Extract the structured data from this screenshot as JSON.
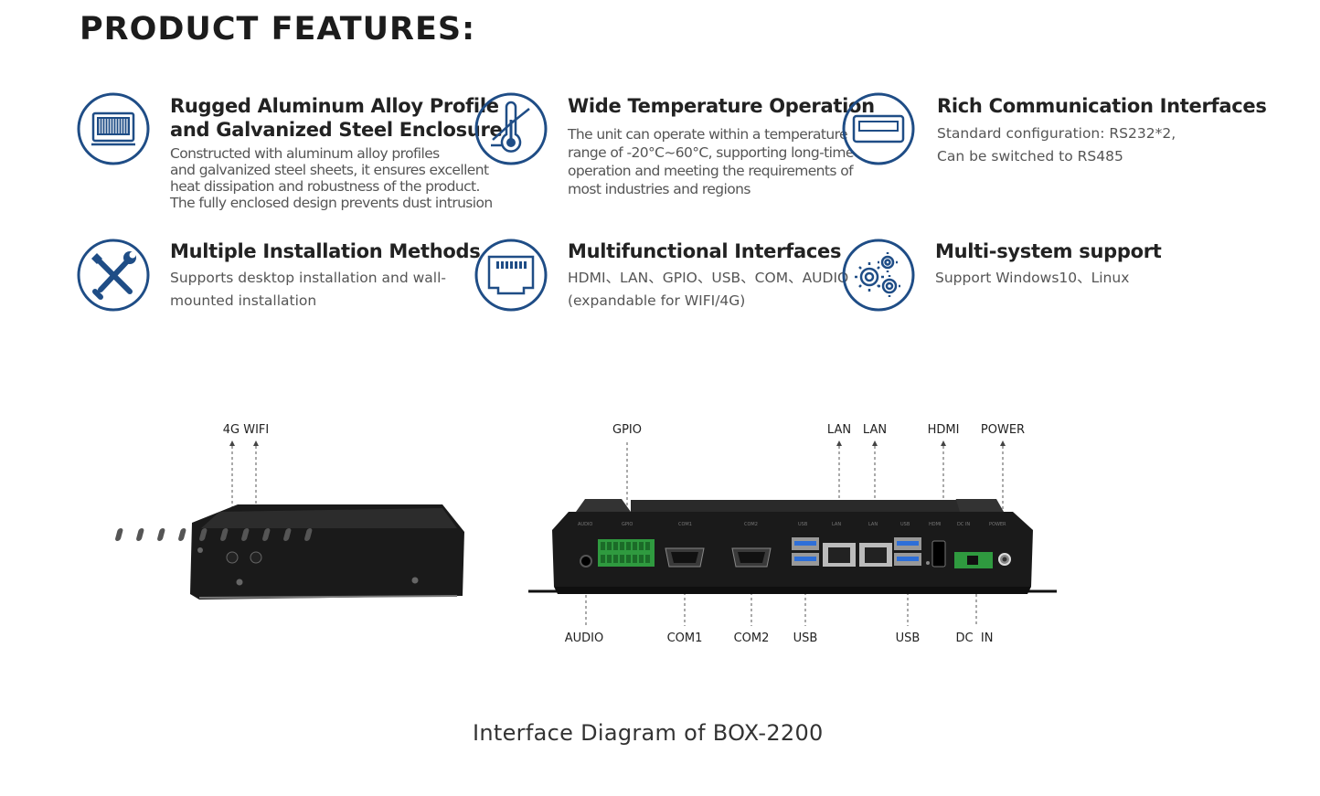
{
  "page": {
    "heading": "PRODUCT FEATURES:"
  },
  "colors": {
    "icon_navy": "#1f4d86",
    "device_black": "#1a1a1a",
    "terminal_green": "#2f9a3f"
  },
  "features": [
    {
      "icon": "rugged-enclosure-icon",
      "title_lines": [
        "Rugged Aluminum Alloy Profile",
        "and Galvanized Steel Enclosure"
      ],
      "desc_lines": [
        "Constructed with aluminum alloy profiles",
        "and galvanized steel sheets, it ensures excellent",
        "heat dissipation and robustness of the product.",
        "The fully enclosed design prevents dust intrusion"
      ]
    },
    {
      "icon": "thermometer-icon",
      "title_lines": [
        "Wide Temperature Operation"
      ],
      "desc_lines": [
        "The unit can operate within a temperature",
        "range of -20°C~60°C, supporting long-time",
        "operation and meeting the requirements of",
        "most industries and regions"
      ]
    },
    {
      "icon": "usb-port-icon",
      "title_lines": [
        "Rich Communication Interfaces"
      ],
      "desc_lines": [
        "Standard configuration: RS232*2,",
        "Can be switched to RS485"
      ]
    },
    {
      "icon": "tools-icon",
      "title_lines": [
        "Multiple Installation Methods"
      ],
      "desc_lines": [
        "Supports desktop installation and wall-",
        "mounted installation"
      ]
    },
    {
      "icon": "ethernet-port-icon",
      "title_lines": [
        "Multifunctional Interfaces"
      ],
      "desc_lines": [
        "HDMI、LAN、GPIO、USB、COM、AUDIO",
        "(expandable for WIFI/4G)"
      ]
    },
    {
      "icon": "gears-icon",
      "title_lines": [
        "Multi-system support"
      ],
      "desc_lines": [
        "Support Windows10、Linux"
      ]
    }
  ],
  "diagram": {
    "top_labels": {
      "wifi": "4G WIFI",
      "gpio": "GPIO",
      "lan1": "LAN",
      "lan2": "LAN",
      "hdmi": "HDMI",
      "power": "POWER"
    },
    "bottom_labels": {
      "audio": "AUDIO",
      "com1": "COM1",
      "com2": "COM2",
      "usb1": "USB",
      "usb2": "USB",
      "dc_in": "DC  IN"
    },
    "caption": "Interface Diagram of BOX-2200"
  }
}
